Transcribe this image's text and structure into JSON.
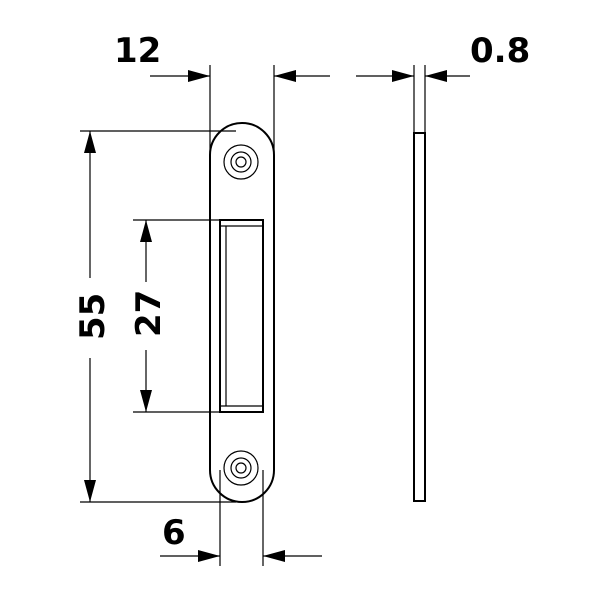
{
  "dimensions": {
    "width": "12",
    "thickness": "0.8",
    "height": "55",
    "slot_height": "27",
    "slot_width": "6"
  },
  "colors": {
    "line": "#000000",
    "background": "#ffffff"
  }
}
